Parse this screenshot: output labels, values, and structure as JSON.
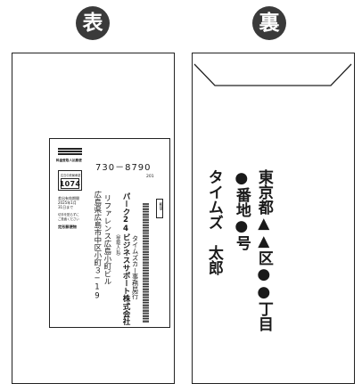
{
  "front": {
    "badge": "表",
    "postcard": {
      "header_label": "料金受取人払郵便",
      "permit_office": "広島中央局承認",
      "permit_number": "1074",
      "expiry_line1": "差出有効期間",
      "expiry_line2": "2025年1月",
      "expiry_line3": "31日まで",
      "note_line1": "切手を貼らずに",
      "note_line2": "ご投函ください",
      "mail_type": "定形郵便物",
      "postal_code": "730－8790",
      "code_suffix": "201",
      "address_line1": "広島県広島市中区小町３−19",
      "address_line2": "リファレンス広島小町ビル",
      "receive_note": "（受取人払）",
      "company": "パーク24ビジネスサポート株式会社",
      "department": "タイムズカー事務局行",
      "box_label": "郵便"
    }
  },
  "back": {
    "badge": "裏",
    "address_line1": "東京都▲▲区●●丁目",
    "address_line2": "●番地●号",
    "sender_name": "タイムズ　太郎"
  }
}
